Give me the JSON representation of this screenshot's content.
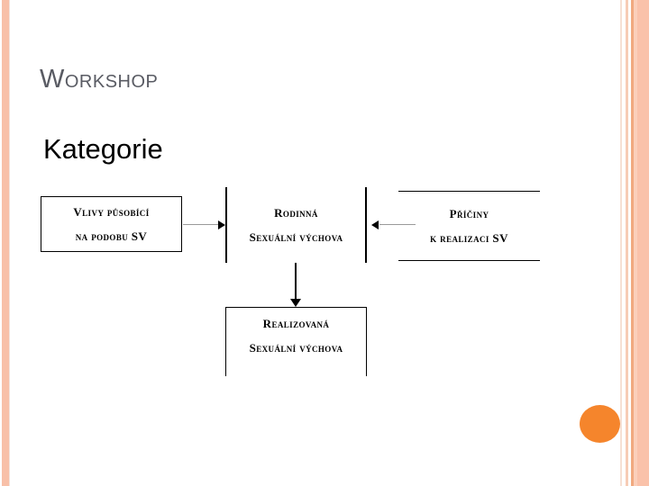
{
  "slide": {
    "title": "Workshop",
    "subtitle": "Kategorie",
    "title_color": "#595b63",
    "subtitle_color": "#000000",
    "background_color": "#ffffff",
    "accent_color": "#f5852c",
    "stripe_color": "#f8c0a8"
  },
  "diagram": {
    "type": "flow",
    "nodes": [
      {
        "id": "vlivy",
        "line1": "Vlivy působící",
        "line2": "na podobu SV",
        "border": "full-rectangle"
      },
      {
        "id": "rodinna",
        "line1": "Rodinná",
        "line2": "Sexuální výchova",
        "border": "left-right"
      },
      {
        "id": "priciny",
        "line1": "Příčiny",
        "line2": "k realizaci SV",
        "border": "top-bottom"
      },
      {
        "id": "realizovana",
        "line1": "Realizovaná",
        "line2": "Sexuální výchova",
        "border": "left-right-top"
      }
    ],
    "edges": [
      {
        "from": "vlivy",
        "to": "rodinna",
        "direction": "right"
      },
      {
        "from": "priciny",
        "to": "rodinna",
        "direction": "left"
      },
      {
        "from": "rodinna",
        "to": "realizovana",
        "direction": "down"
      }
    ]
  }
}
